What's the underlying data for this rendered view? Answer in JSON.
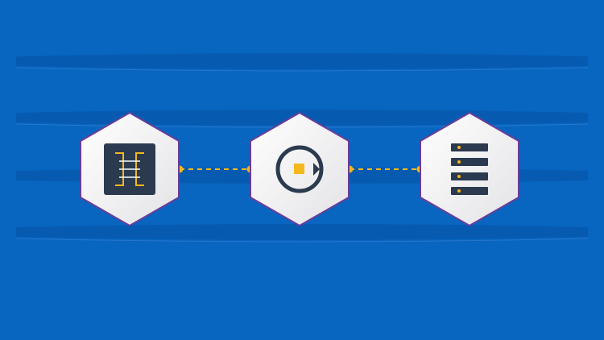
{
  "colors": {
    "background": "#0865c0",
    "band": "#075aae",
    "hexagon_fill": "#f0f0f2",
    "hexagon_stroke": "#6a3d9a",
    "accent": "#f5b81c",
    "icon_dark": "#2b3a4e"
  },
  "nodes": [
    {
      "icon": "circuit-chip-icon"
    },
    {
      "icon": "stop-record-icon"
    },
    {
      "icon": "server-stack-icon"
    }
  ],
  "connectors": [
    {
      "from": 0,
      "to": 1,
      "style": "dashed"
    },
    {
      "from": 1,
      "to": 2,
      "style": "dashed"
    }
  ]
}
